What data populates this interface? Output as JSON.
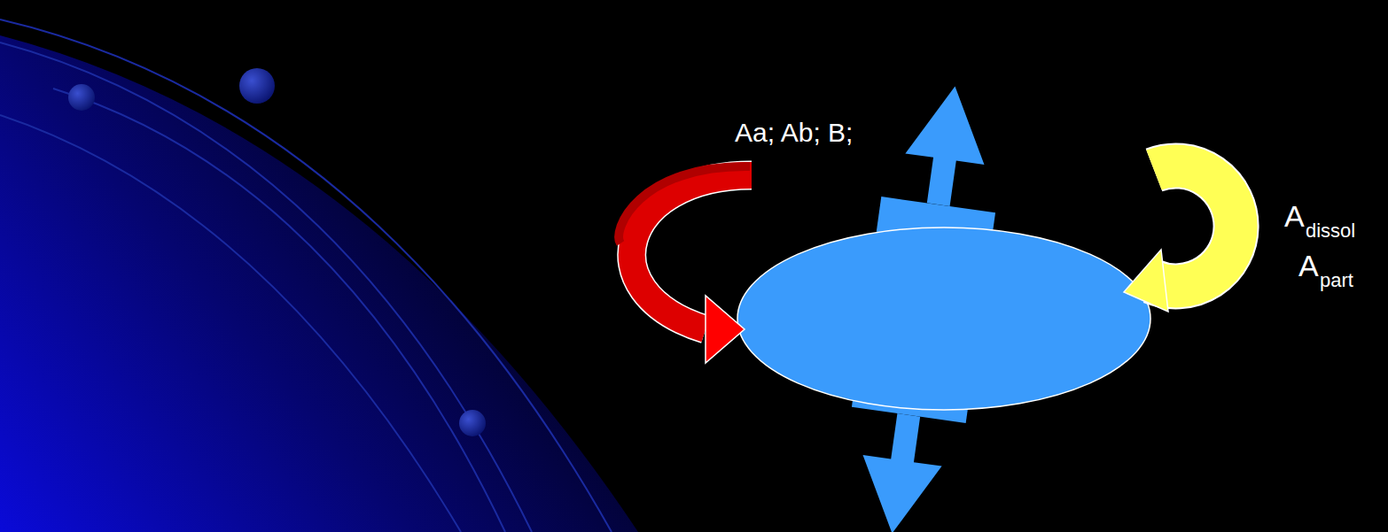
{
  "diagram": {
    "labels": [
      "Aa; Ab; B;",
      "A",
      "dissol",
      "A",
      "part"
    ]
  }
}
